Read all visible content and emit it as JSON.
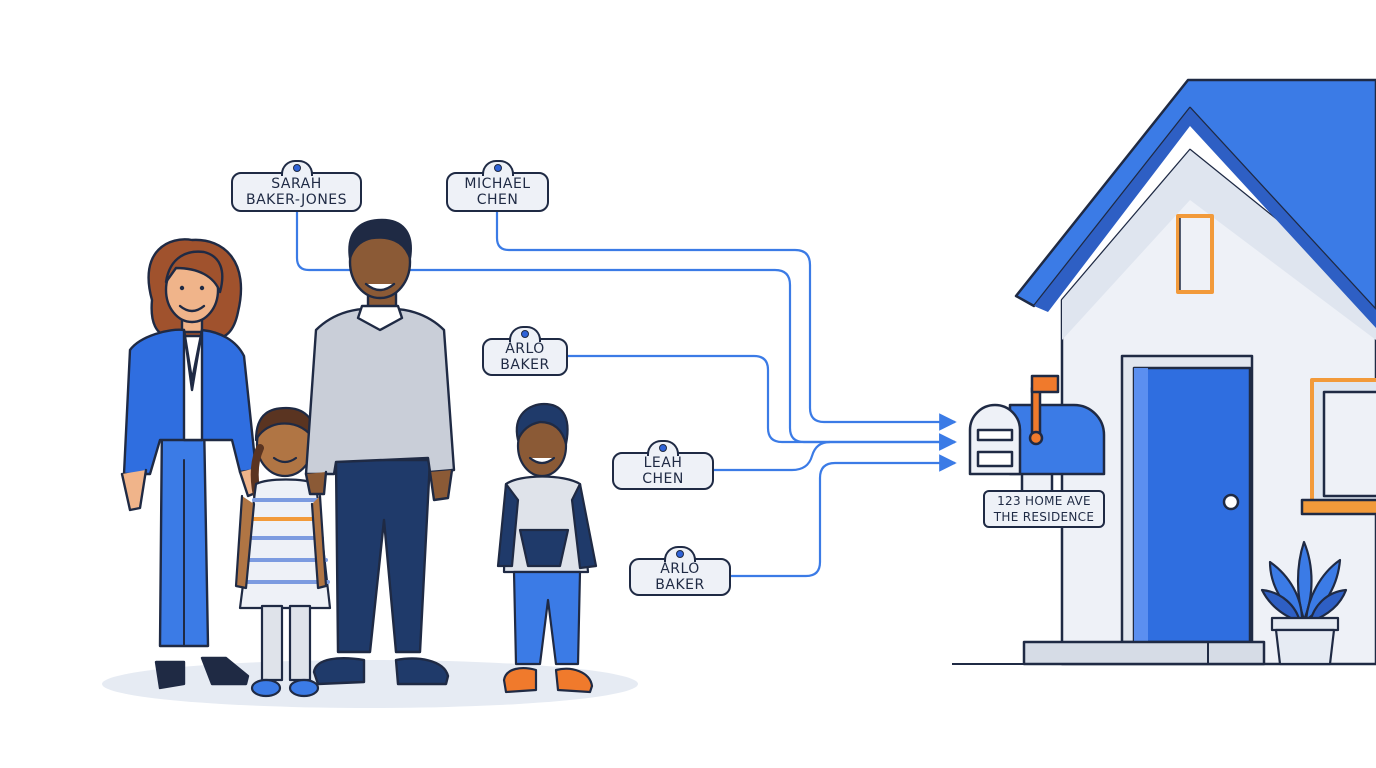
{
  "name_tags": [
    {
      "line1": "SARAH",
      "line2": "BAKER-JONES"
    },
    {
      "line1": "MICHAEL",
      "line2": "CHEN"
    },
    {
      "line1": "ARLO",
      "line2": "BAKER"
    },
    {
      "line1": "LEAH",
      "line2": "CHEN"
    },
    {
      "line1": "ARLO",
      "line2": "BAKER"
    }
  ],
  "mailbox": {
    "line1": "123 HOME AVE",
    "line2": "THE RESIDENCE"
  },
  "colors": {
    "accent": "#2f63d8",
    "roof": "#3b7be6",
    "door": "#2f6ee0",
    "outline": "#1f2a44",
    "flag": "#f07a2c",
    "connector": "#3b7be6"
  }
}
